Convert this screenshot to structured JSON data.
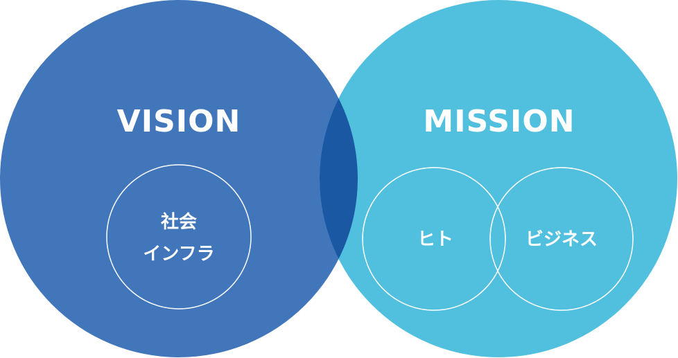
{
  "vision": {
    "title": "VISION",
    "inner": [
      "社会",
      "インフラ"
    ]
  },
  "mission": {
    "title": "MISSION",
    "inner_left": "ヒト",
    "inner_right": "ビジネス"
  },
  "colors": {
    "vision": "#4176BB",
    "mission": "#51BFDE",
    "overlap": "#1B58A3",
    "ring": "#FFFFFF"
  }
}
